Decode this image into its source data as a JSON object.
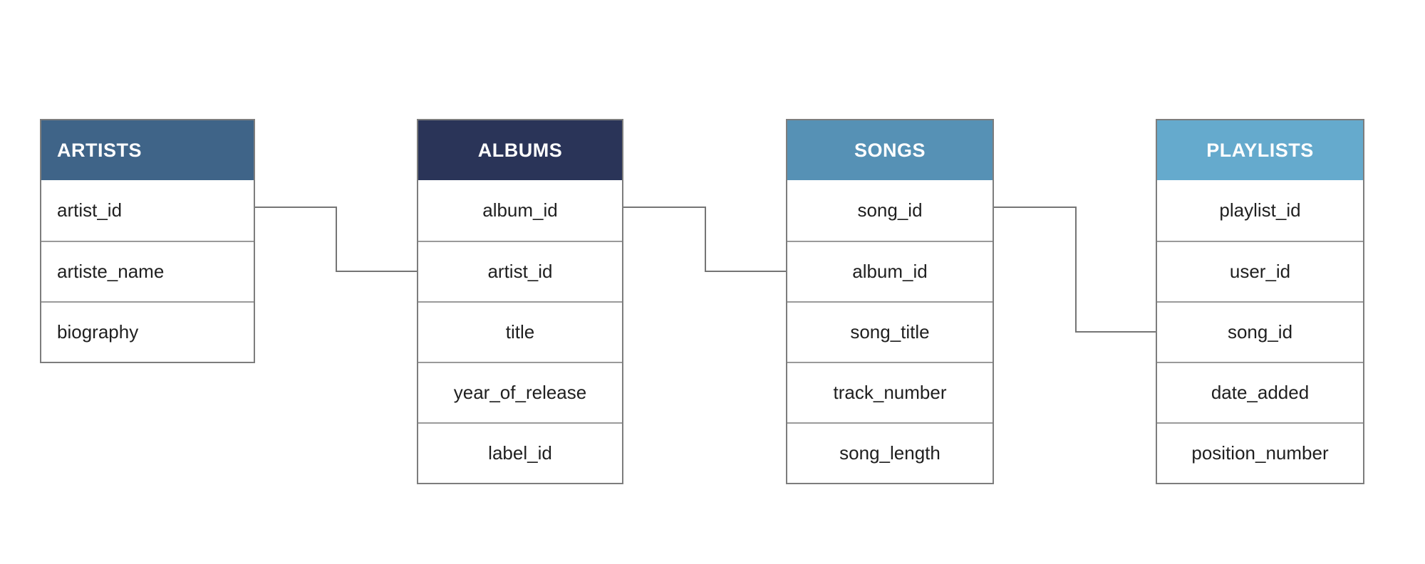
{
  "diagram": {
    "background_color": "#ffffff",
    "connector_color": "#757575",
    "border_color": "#7d7d7d",
    "row_divider_color": "#9a9a9a",
    "field_text_color": "#1f1f1f",
    "header_text_color": "#ffffff",
    "tables": [
      {
        "name": "ARTISTS",
        "header_color": "#3f6488",
        "text_align": "left",
        "fields": [
          "artist_id",
          "artiste_name",
          "biography"
        ]
      },
      {
        "name": "ALBUMS",
        "header_color": "#2a3458",
        "text_align": "center",
        "fields": [
          "album_id",
          "artist_id",
          "title",
          "year_of_release",
          "label_id"
        ]
      },
      {
        "name": "SONGS",
        "header_color": "#5691b5",
        "text_align": "center",
        "fields": [
          "song_id",
          "album_id",
          "song_title",
          "track_number",
          "song_length"
        ]
      },
      {
        "name": "PLAYLISTS",
        "header_color": "#65aacd",
        "text_align": "center",
        "fields": [
          "playlist_id",
          "user_id",
          "song_id",
          "date_added",
          "position_number"
        ]
      }
    ],
    "relationships": [
      {
        "from": "ARTISTS.artist_id",
        "to": "ALBUMS.artist_id"
      },
      {
        "from": "ALBUMS.album_id",
        "to": "SONGS.album_id"
      },
      {
        "from": "SONGS.song_id",
        "to": "PLAYLISTS.song_id"
      }
    ]
  }
}
